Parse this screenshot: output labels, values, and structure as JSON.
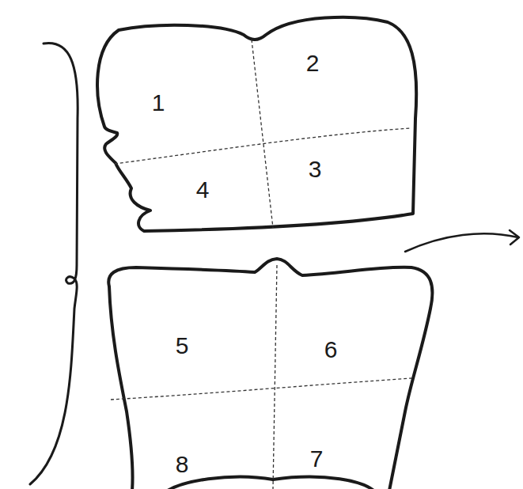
{
  "diagram": {
    "nodes": [
      {
        "text": [
          "1",
          "2",
          "3",
          "4"
        ]
      },
      {
        "text": [
          "5",
          "6",
          "7",
          "8"
        ]
      }
    ]
  }
}
